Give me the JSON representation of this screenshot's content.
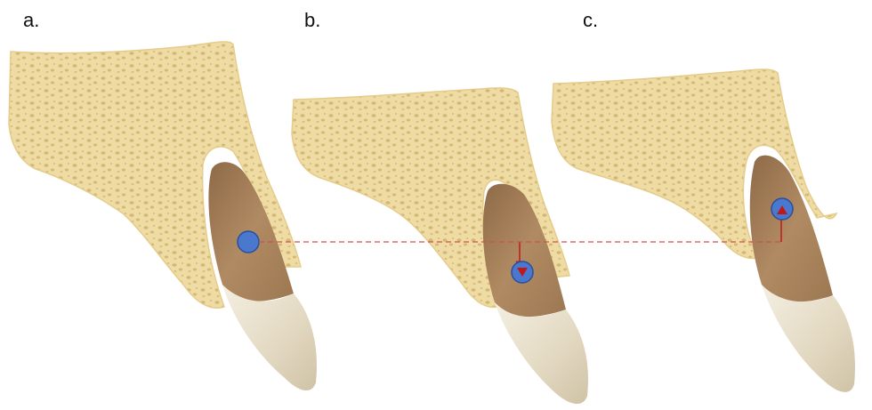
{
  "panels": [
    {
      "label": "a."
    },
    {
      "label": "b."
    },
    {
      "label": "c."
    }
  ],
  "colors": {
    "bone": "#efdca4",
    "bone_pore": "#c9aa62",
    "root": "#a9825c",
    "crown": "#e9e2cf",
    "marker": "#4a78cf",
    "arrow": "#c01818",
    "reference_line": "#d05050"
  }
}
